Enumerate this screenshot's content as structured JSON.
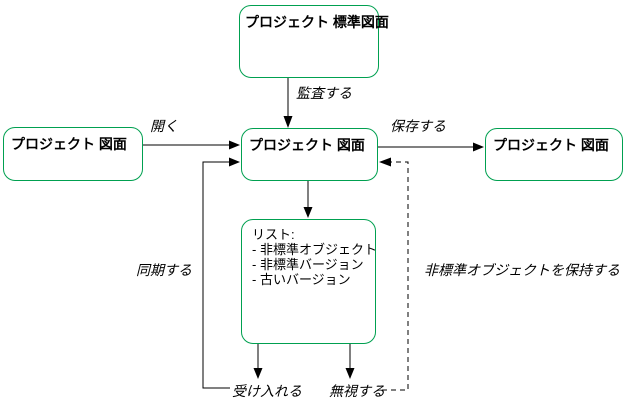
{
  "diagram": {
    "nodes": {
      "standard": {
        "title": "プロジェクト 標準図面"
      },
      "source": {
        "title": "プロジェクト 図面"
      },
      "working": {
        "title": "プロジェクト 図面"
      },
      "saved": {
        "title": "プロジェクト 図面"
      },
      "list": {
        "lines": [
          "リスト:",
          "- 非標準オブジェクト",
          "- 非標準バージョン",
          "- 古いバージョン"
        ]
      }
    },
    "edge_labels": {
      "audit": "監査する",
      "open": "開く",
      "save": "保存する",
      "sync": "同期する",
      "accept": "受け入れる",
      "ignore": "無視する",
      "keep_nonstandard": "非標準オブジェクトを保持する"
    },
    "colors": {
      "node_border": "#00A050",
      "connector": "#000000",
      "text": "#000000",
      "background": "#FFFFFF"
    }
  }
}
